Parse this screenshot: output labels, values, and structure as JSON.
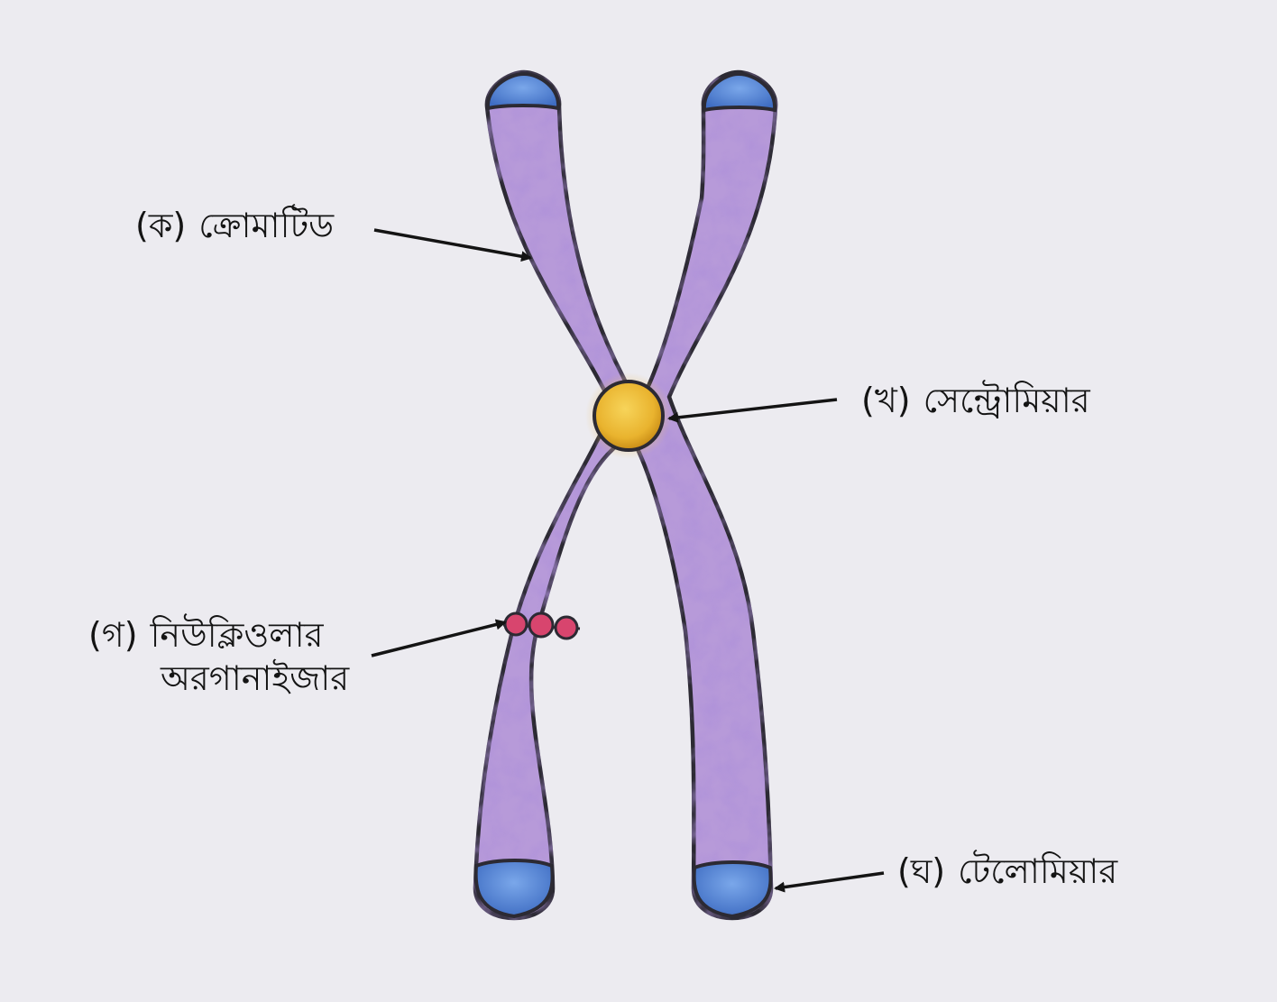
{
  "colors": {
    "background": "#ecebf0",
    "chromatid_fill": "#b79ad9",
    "chromatid_texture": "#7c5bbd",
    "chromatid_outline": "#2c2a33",
    "telomere": "#4d7fd4",
    "centromere": "#e9b32e",
    "nucleolar_organizer": "#d8456e",
    "arrow": "#141414"
  },
  "labels": {
    "chromatid": {
      "marker": "(ক)",
      "text": "ক্রোমাটিড"
    },
    "centromere": {
      "marker": "(খ)",
      "text": "সেন্ট্রোমিয়ার"
    },
    "nucleolar_organizer": {
      "marker": "(গ)",
      "line1": "নিউক্লিওলার",
      "line2": "অরগানাইজার"
    },
    "telomere": {
      "marker": "(ঘ)",
      "text": "টেলোমিয়ার"
    }
  }
}
